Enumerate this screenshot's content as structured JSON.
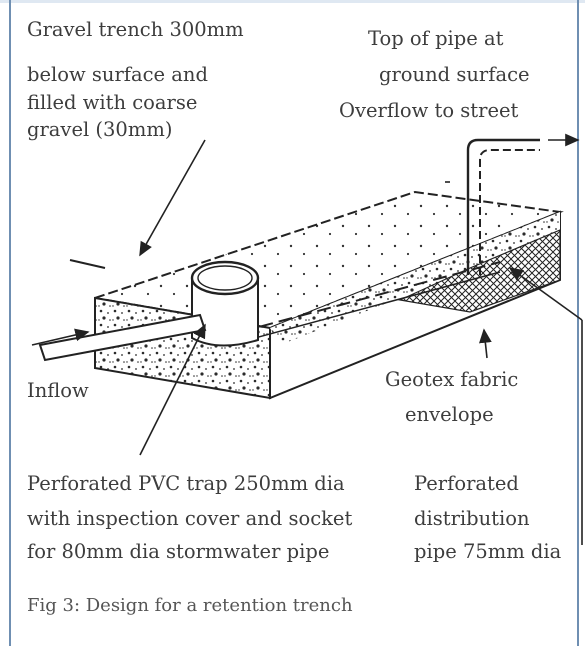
{
  "labels": {
    "gravel_trench": [
      "Gravel trench 300mm",
      "below surface and",
      "filled with coarse",
      "gravel (30mm)"
    ],
    "top_of_pipe": [
      "Top of pipe at",
      "ground surface"
    ],
    "overflow": "Overflow to street",
    "inflow": "Inflow",
    "geotex": [
      "Geotex fabric",
      "envelope"
    ],
    "pvc_trap": [
      "Perforated PVC trap 250mm dia",
      "with inspection cover and socket",
      "for 80mm dia stormwater pipe"
    ],
    "distribution_pipe": [
      "Perforated",
      "distribution",
      "pipe 75mm dia"
    ]
  },
  "caption": "Fig 3: Design for a retention trench"
}
